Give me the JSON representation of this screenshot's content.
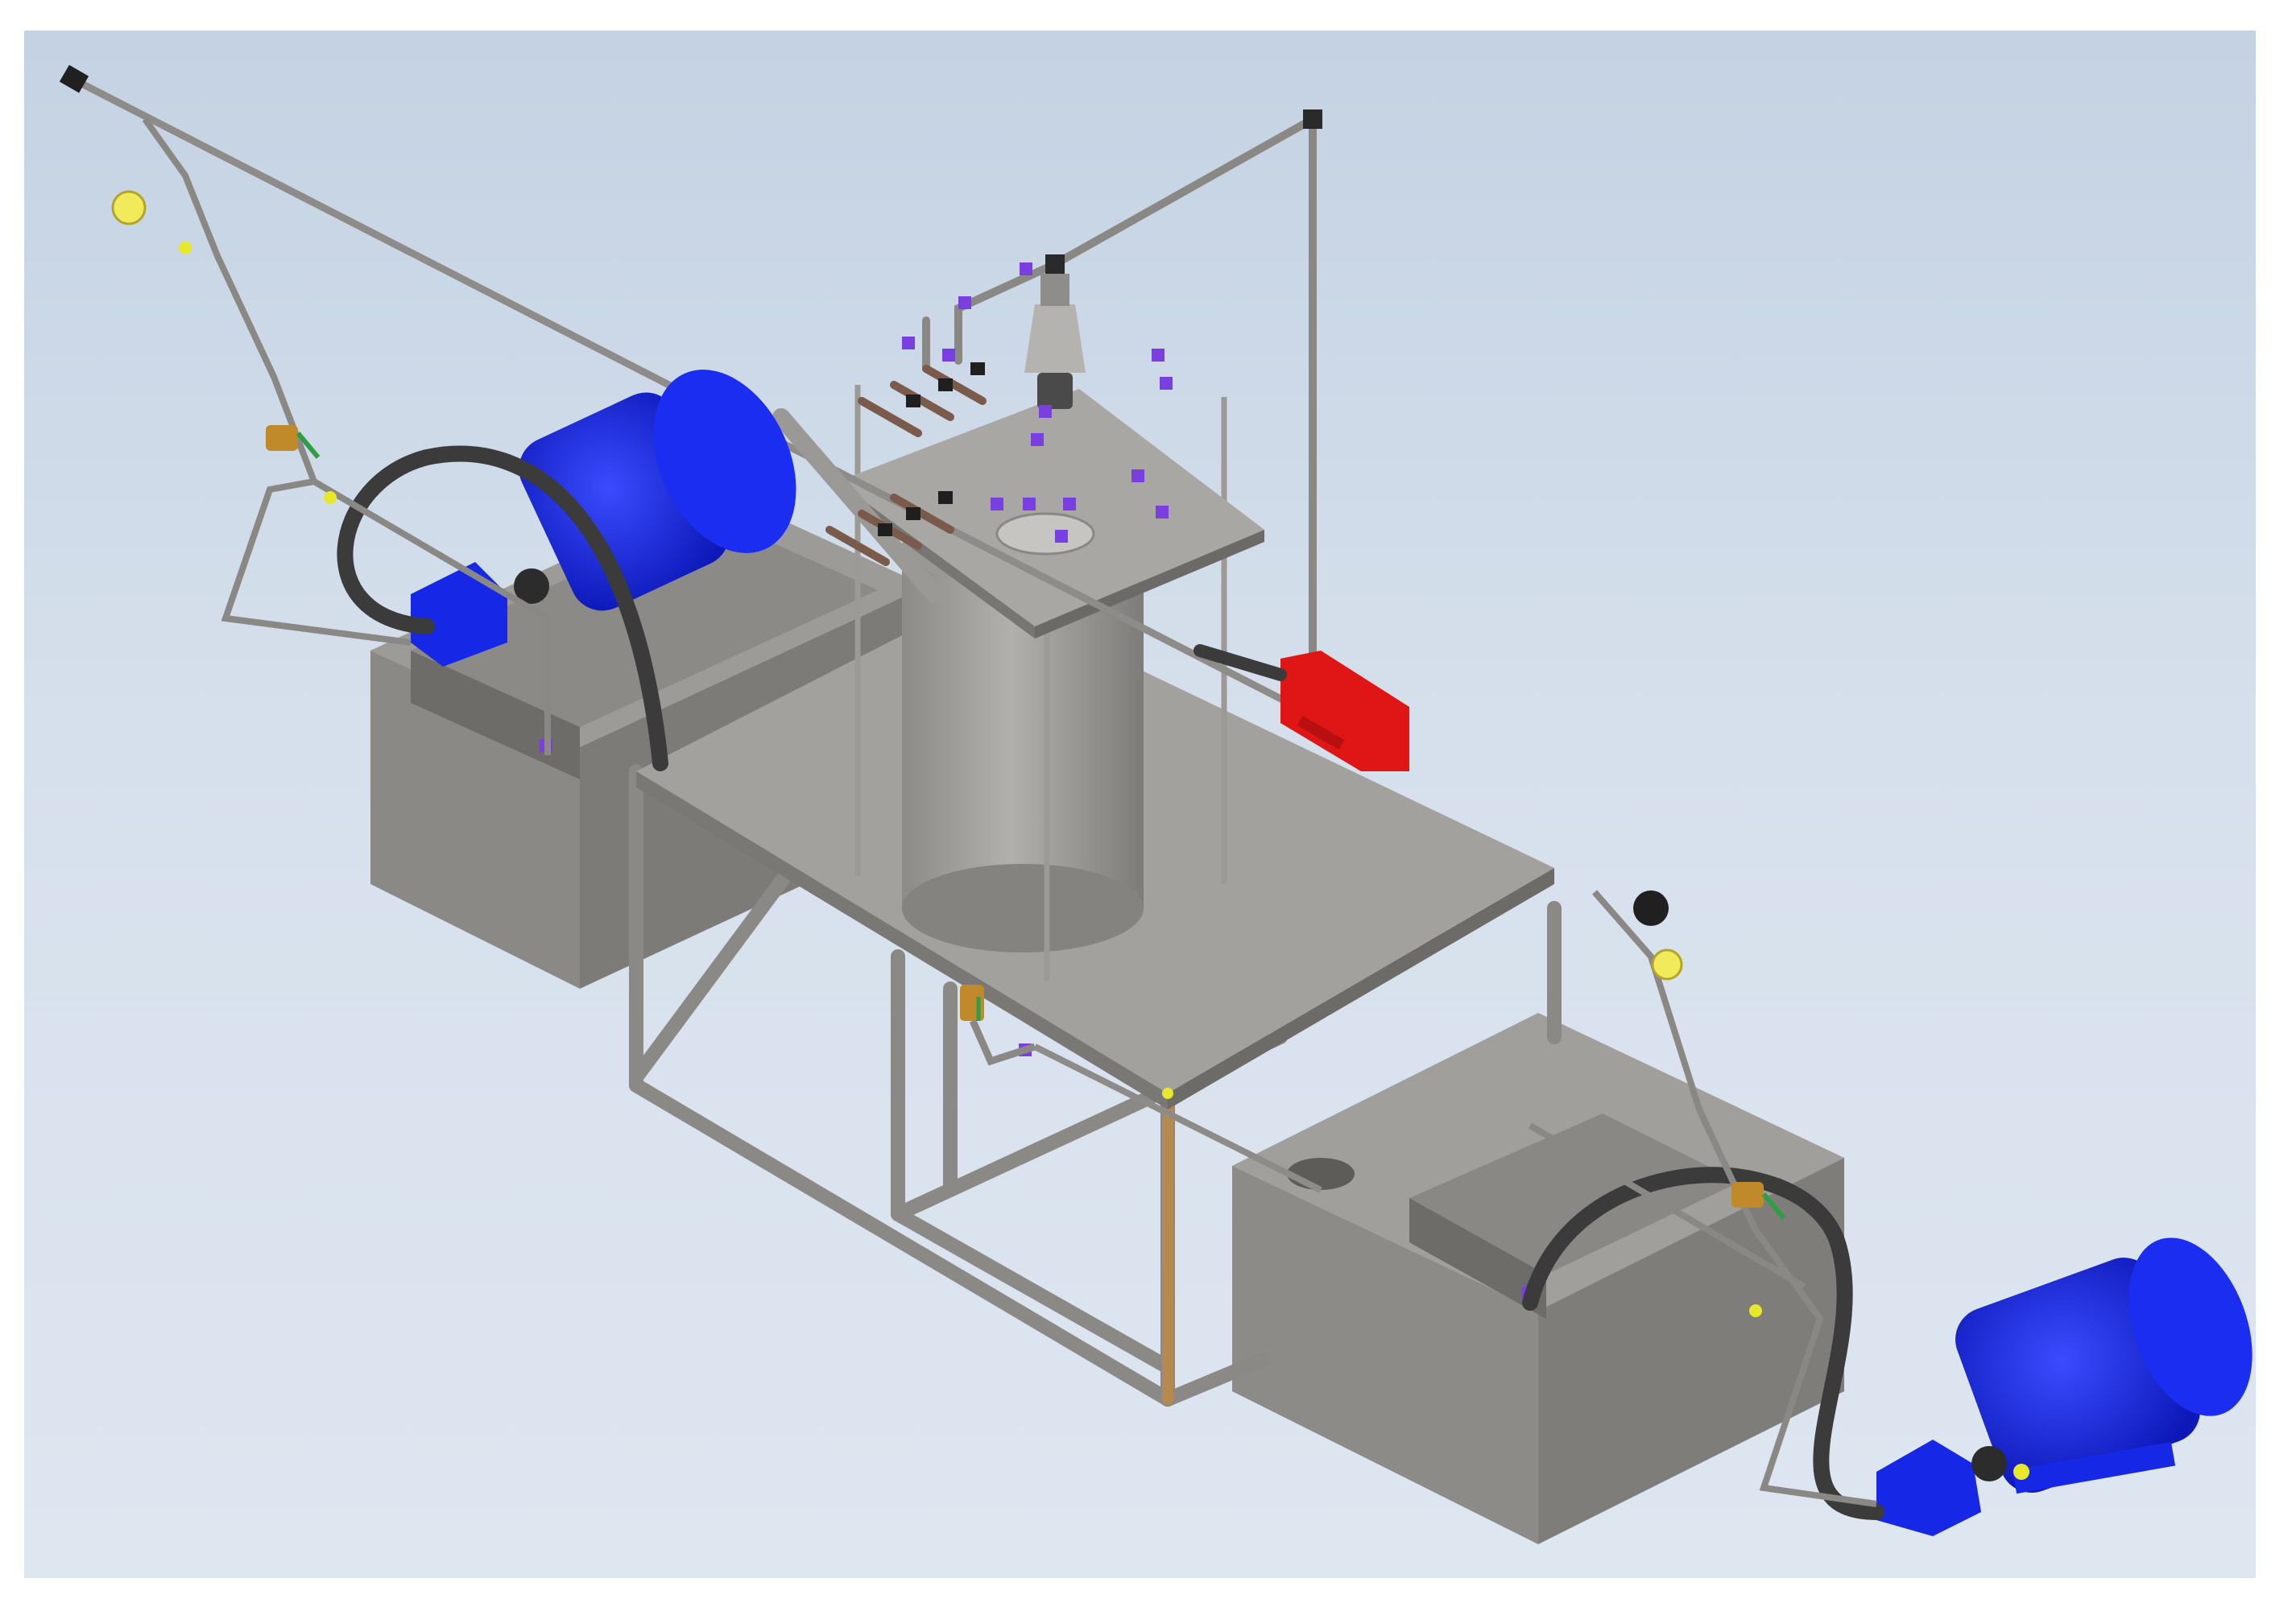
{
  "viewport": {
    "background_top": "#c4d2e3",
    "background_bottom": "#dee6f0"
  },
  "model": {
    "components": [
      {
        "id": "left-water-tank",
        "icon": "tank-icon"
      },
      {
        "id": "right-water-tank",
        "icon": "tank-icon"
      },
      {
        "id": "support-frame",
        "icon": "frame-icon"
      },
      {
        "id": "pressure-vessel",
        "icon": "cylinder-icon"
      },
      {
        "id": "vessel-lid-plate",
        "icon": "plate-icon"
      },
      {
        "id": "left-pump-motor",
        "icon": "motor-icon"
      },
      {
        "id": "right-pump-motor",
        "icon": "motor-icon"
      },
      {
        "id": "left-pump-head",
        "icon": "pump-icon"
      },
      {
        "id": "right-pump-head",
        "icon": "pump-icon"
      },
      {
        "id": "red-heater-unit",
        "icon": "heater-icon"
      },
      {
        "id": "left-flexible-hose",
        "icon": "hose-icon"
      },
      {
        "id": "right-flexible-hose",
        "icon": "hose-icon"
      },
      {
        "id": "left-ball-valve",
        "icon": "valve-icon"
      },
      {
        "id": "right-ball-valve",
        "icon": "valve-icon"
      },
      {
        "id": "bottom-drain-valve",
        "icon": "valve-icon"
      },
      {
        "id": "tee-fitting-top",
        "icon": "fitting-icon"
      },
      {
        "id": "immersion-probes",
        "icon": "probe-icon"
      }
    ],
    "colors": {
      "steel": "#8e8c89",
      "steel_dark": "#6f6d6a",
      "steel_light": "#a9a7a3",
      "motor_blue": "#1627e6",
      "heater_red": "#e01616",
      "hose": "#3b3b3b",
      "fitting_purple": "#7a3fe0",
      "valve_brass": "#c08a2a",
      "handle_green": "#2f9d46",
      "marker_yellow": "#e8e82a"
    }
  }
}
